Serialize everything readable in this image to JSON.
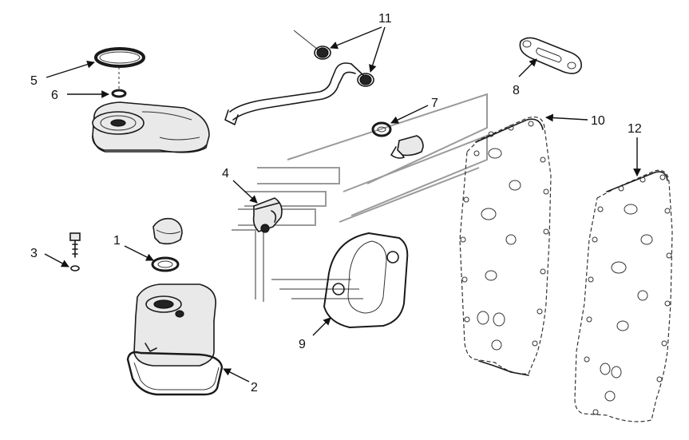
{
  "callouts": [
    {
      "id": "1",
      "text": "1"
    },
    {
      "id": "2",
      "text": "2"
    },
    {
      "id": "3",
      "text": "3"
    },
    {
      "id": "4",
      "text": "4"
    },
    {
      "id": "5",
      "text": "5"
    },
    {
      "id": "6",
      "text": "6"
    },
    {
      "id": "7",
      "text": "7"
    },
    {
      "id": "8",
      "text": "8"
    },
    {
      "id": "9",
      "text": "9"
    },
    {
      "id": "10",
      "text": "10"
    },
    {
      "id": "11",
      "text": "11"
    },
    {
      "id": "12",
      "text": "12"
    }
  ],
  "colors": {
    "line": "#1a1a1a",
    "watermark": "#9a9a9a",
    "background": "#ffffff"
  }
}
